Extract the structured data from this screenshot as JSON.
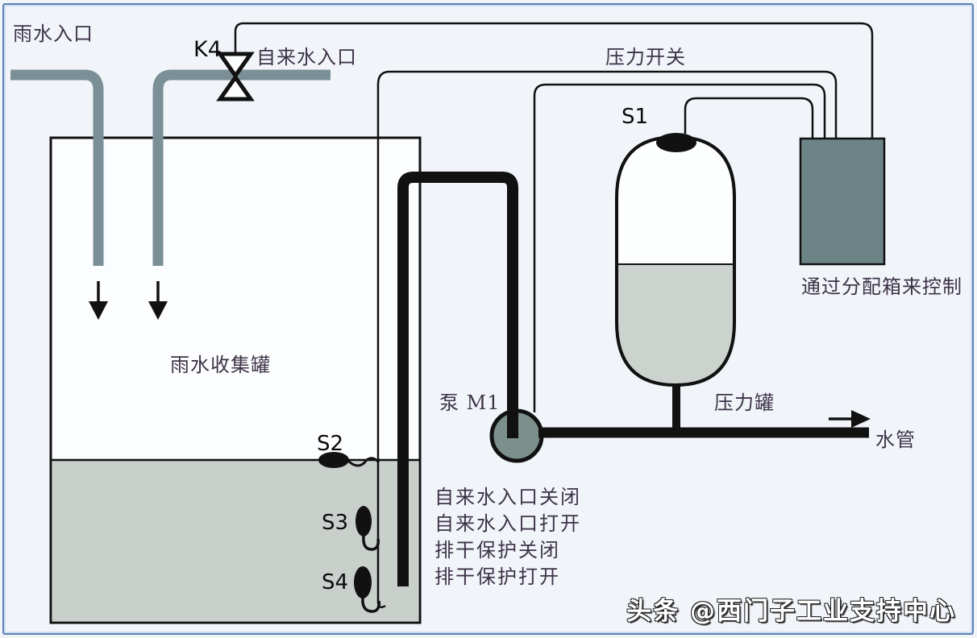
{
  "labels": {
    "rain_inlet": "雨水入口",
    "valve_id": "K4",
    "tap_inlet": "自来水入口",
    "pressure_switch": "压力开关",
    "sensor_s1": "S1",
    "sensor_s2": "S2",
    "sensor_s3": "S3",
    "sensor_s4": "S4",
    "distribution_box": "通过分配箱来控制",
    "collection_tank": "雨水收集罐",
    "pump": "泵 M1",
    "pressure_tank": "压力罐",
    "water_pipe": "水管"
  },
  "status_lines": [
    "自来水入口关闭",
    "自来水入口打开",
    "排干保护关闭",
    "排干保护打开"
  ],
  "watermark": "头条 @西门子工业支持中心",
  "colors": {
    "pipe": "#7b9096",
    "distribution_box": "#6d8487",
    "pump": "#7b8f8b",
    "tank_water": "#c9cfca",
    "vessel_water": "#ccd2cd",
    "tank_fill": "#fcfdfe",
    "line": "#111111",
    "label_text": "#3d3347",
    "frame": "#5d82b5"
  }
}
